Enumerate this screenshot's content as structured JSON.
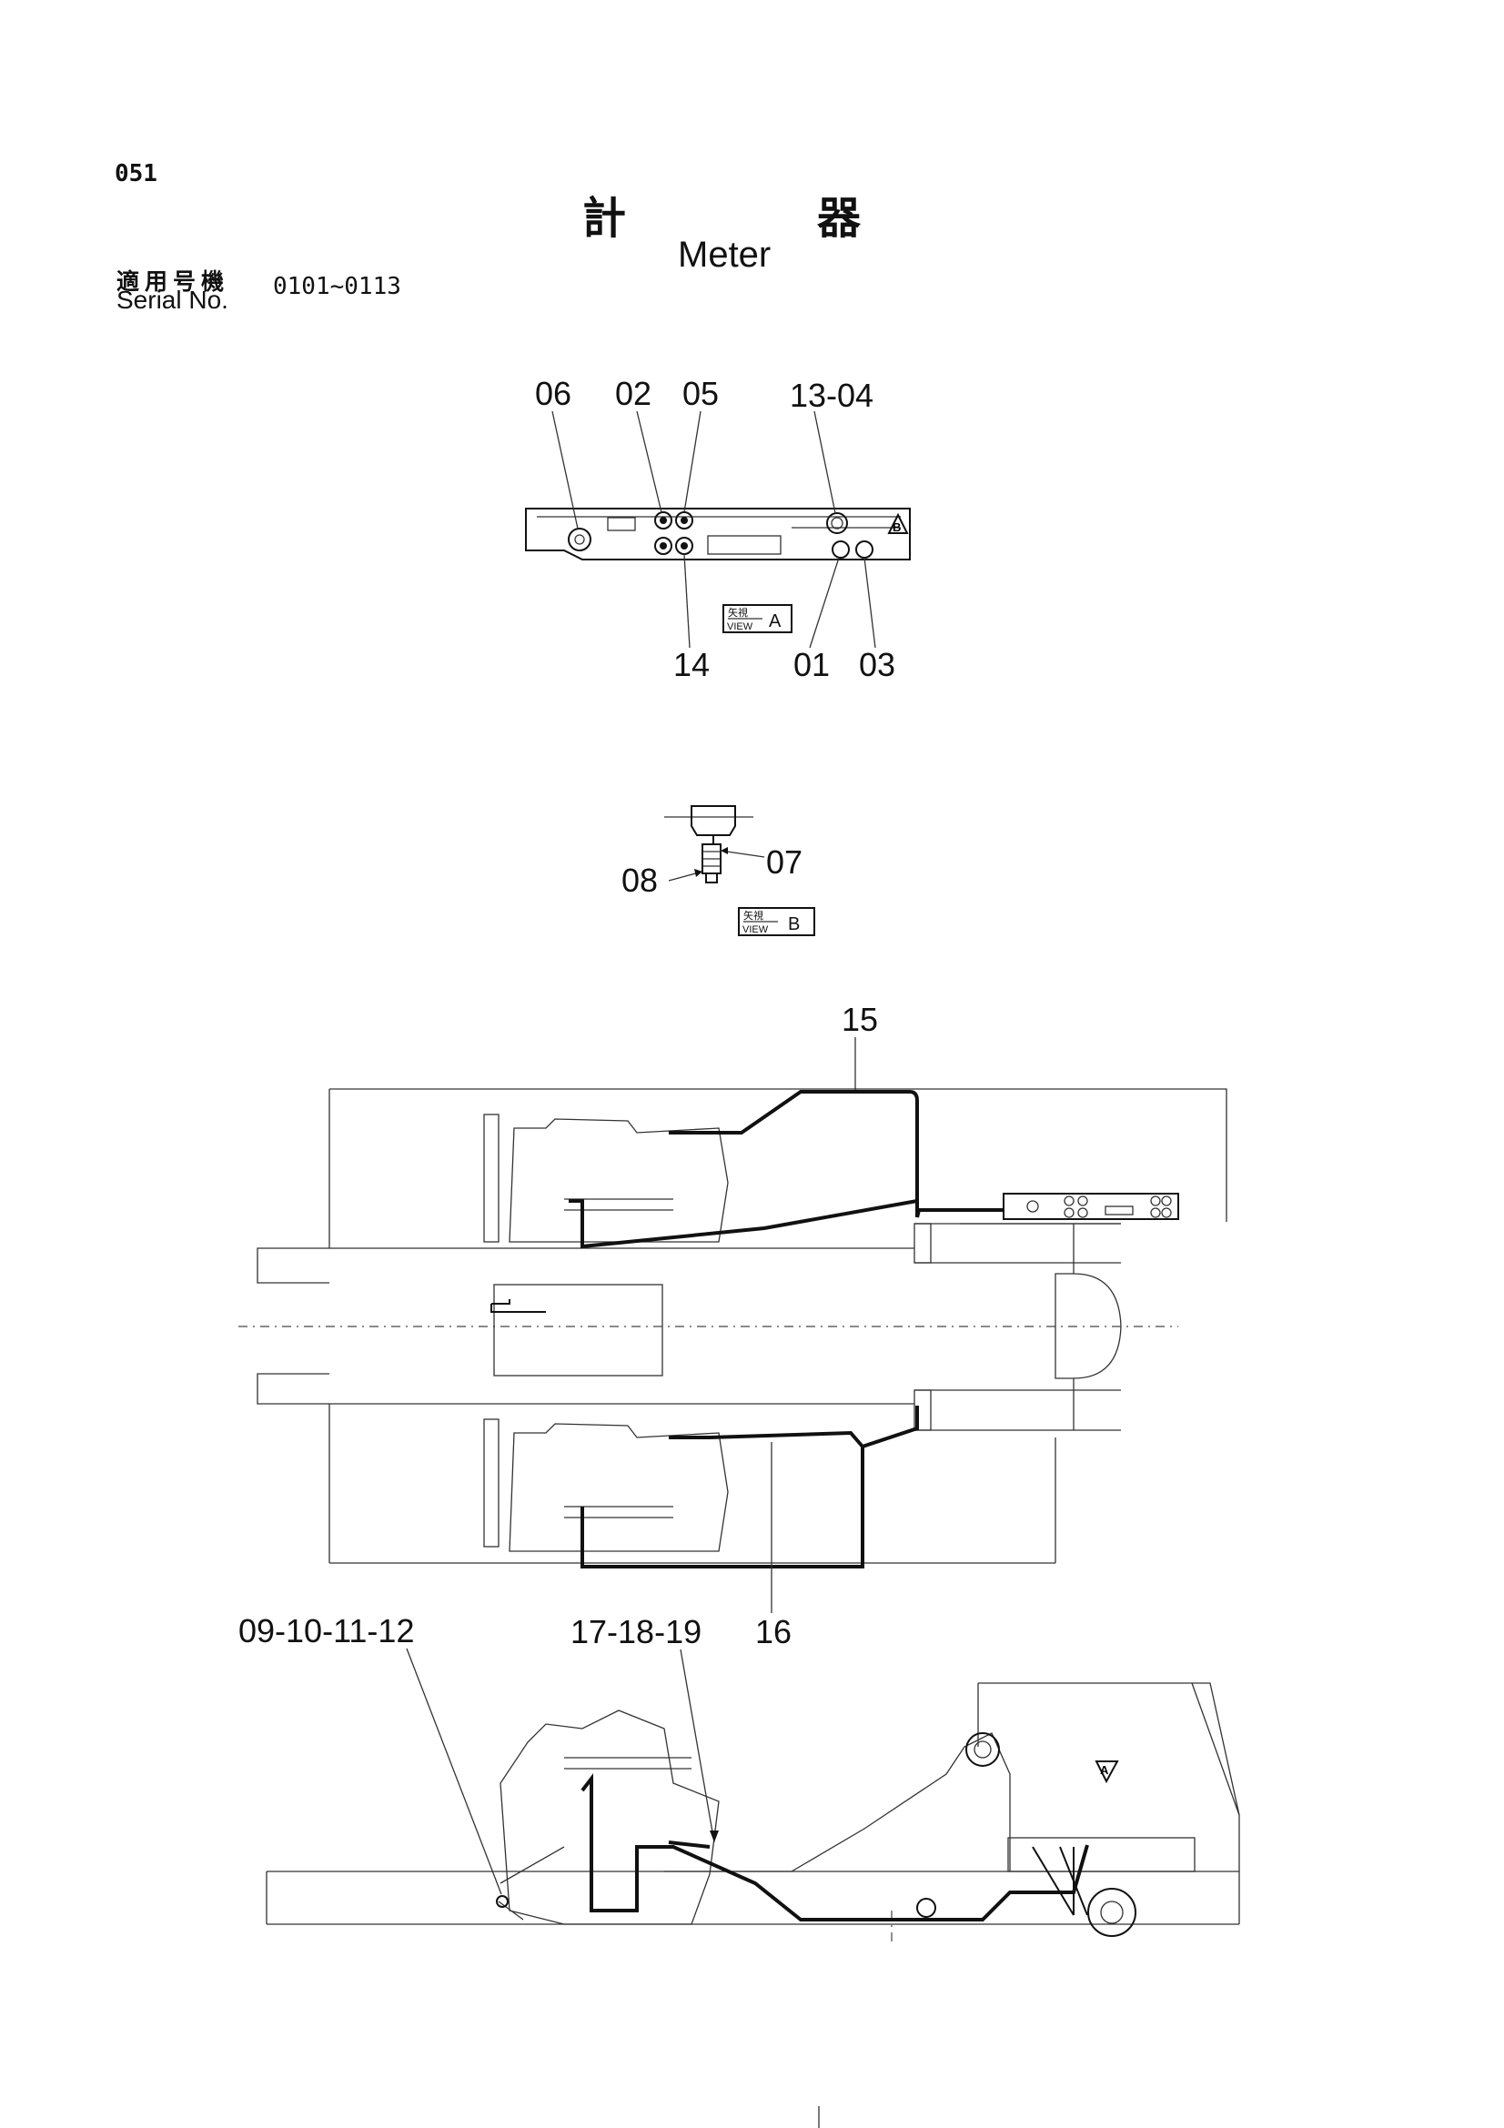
{
  "header": {
    "page_number": "051",
    "title_jp": "計器",
    "title_en": "Meter",
    "serial_label_jp": "適用号機",
    "serial_label_en": "Serial No.",
    "serial_range": "0101~0113"
  },
  "view_a": {
    "view_kanji": "矢視",
    "view_word": "VIEW",
    "view_letter": "A",
    "callouts_top": [
      "06",
      "02",
      "05",
      "13-04"
    ],
    "callouts_bottom": [
      "14",
      "01",
      "03"
    ],
    "marker": "B"
  },
  "view_b": {
    "view_kanji": "矢視",
    "view_word": "VIEW",
    "view_letter": "B",
    "callouts": [
      "07",
      "08"
    ]
  },
  "plan_view": {
    "callouts": [
      "15",
      "16"
    ]
  },
  "side_view": {
    "callouts": [
      "09-10-11-12",
      "17-18-19"
    ],
    "marker": "A"
  }
}
